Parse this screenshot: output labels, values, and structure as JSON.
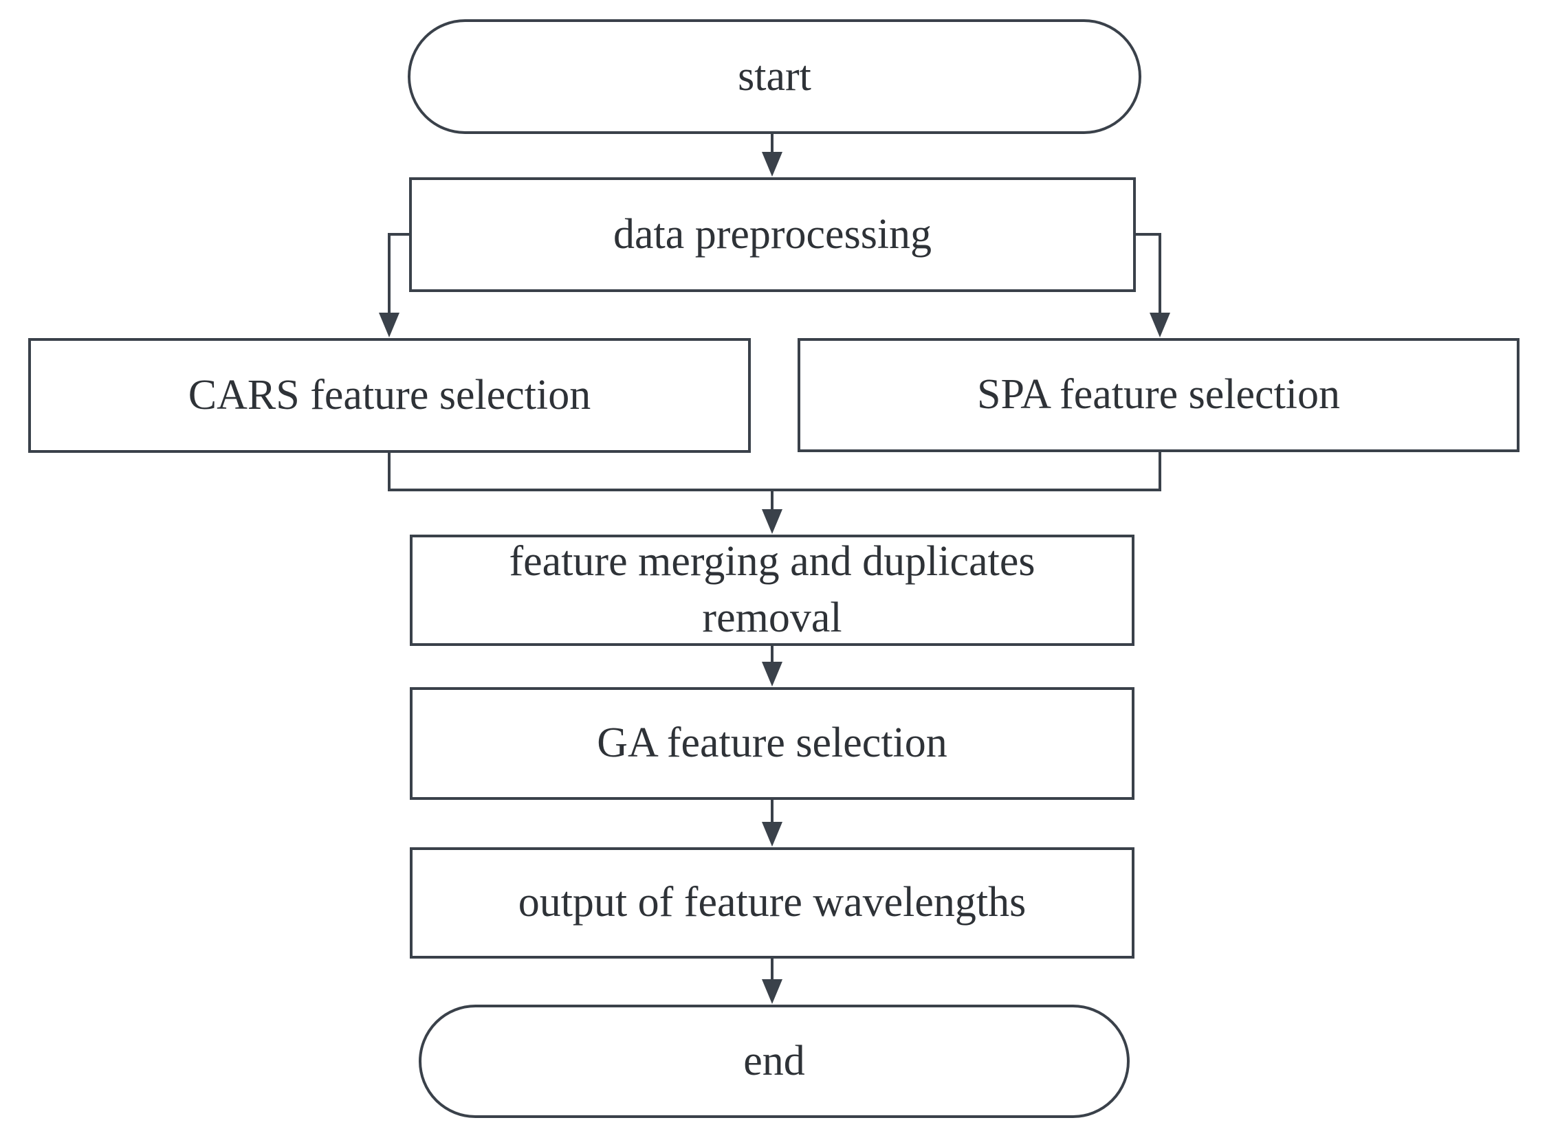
{
  "diagram": {
    "title": "feature wavelength selection flowchart",
    "colors": {
      "stroke": "#3a414a",
      "text": "#2e3237",
      "background": "#ffffff"
    },
    "nodes": {
      "start": {
        "label": "start",
        "shape": "stadium"
      },
      "preprocess": {
        "label": "data preprocessing",
        "shape": "rect"
      },
      "cars": {
        "label": "CARS feature selection",
        "shape": "rect"
      },
      "spa": {
        "label": "SPA feature selection",
        "shape": "rect"
      },
      "merge": {
        "label": "feature merging and duplicates removal",
        "shape": "rect"
      },
      "ga": {
        "label": "GA feature selection",
        "shape": "rect"
      },
      "output": {
        "label": "output of feature wavelengths",
        "shape": "rect"
      },
      "end": {
        "label": "end",
        "shape": "stadium"
      }
    },
    "edges": [
      {
        "from": "start",
        "to": "preprocess"
      },
      {
        "from": "preprocess",
        "to": "cars"
      },
      {
        "from": "preprocess",
        "to": "spa"
      },
      {
        "from": "cars",
        "to": "merge"
      },
      {
        "from": "spa",
        "to": "merge"
      },
      {
        "from": "merge",
        "to": "ga"
      },
      {
        "from": "ga",
        "to": "output"
      },
      {
        "from": "output",
        "to": "end"
      }
    ]
  }
}
